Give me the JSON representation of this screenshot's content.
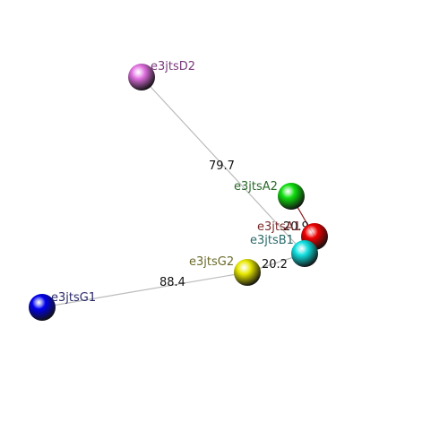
{
  "nodes": [
    {
      "id": "D2",
      "label": "e3jtsD2",
      "color": "#e070e0",
      "label_color": "#7a3a7a"
    },
    {
      "id": "A2",
      "label": "e3jtsA2",
      "color": "#10e010",
      "label_color": "#2a6a2a"
    },
    {
      "id": "A1",
      "label": "e3jtsA1",
      "color": "#ee0000",
      "label_color": "#7a2a2a"
    },
    {
      "id": "B1",
      "label": "e3jtsB1",
      "color": "#10e0e0",
      "label_color": "#2a6a6a"
    },
    {
      "id": "G2",
      "label": "e3jtsG2",
      "color": "#e8e800",
      "label_color": "#6a6a2a"
    },
    {
      "id": "G1",
      "label": "e3jtsG1",
      "color": "#0000ee",
      "label_color": "#2a2a6a"
    }
  ],
  "edges": [
    {
      "from": "D2",
      "to": "B1",
      "label": "79.7",
      "color": "#bbbbbb"
    },
    {
      "from": "A2",
      "to": "A1",
      "label": "20.9",
      "color": "#8b1a1a"
    },
    {
      "from": "A1",
      "to": "B1",
      "label": "",
      "color": "#8b1a1a"
    },
    {
      "from": "G2",
      "to": "B1",
      "label": "20.2",
      "color": "#bbbbbb"
    },
    {
      "from": "G1",
      "to": "G2",
      "label": "88.4",
      "color": "#bbbbbb"
    }
  ]
}
